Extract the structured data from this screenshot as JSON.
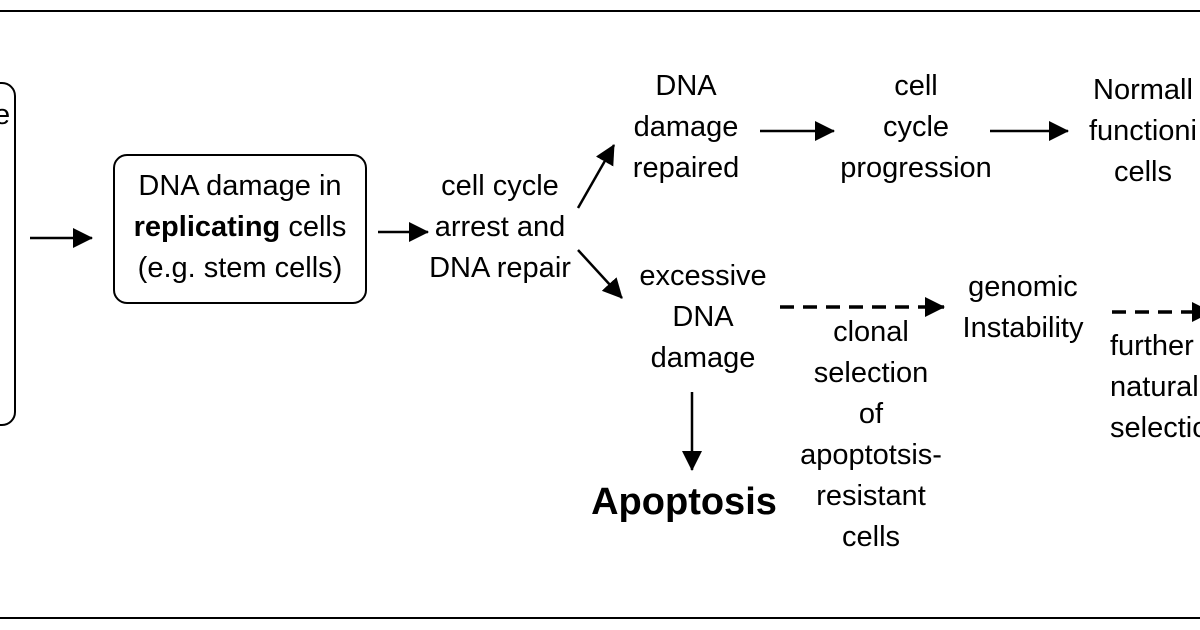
{
  "nodes": {
    "left_box": {
      "lines": [
        "e"
      ]
    },
    "dna_damage_replicating": {
      "line1": "DNA damage in",
      "line2_bold": "replicating",
      "line2_rest": " cells",
      "line3": "(e.g. stem cells)"
    },
    "cell_cycle_arrest": {
      "lines": [
        "cell cycle",
        "arrest and",
        "DNA repair"
      ]
    },
    "dna_damage_repaired": {
      "lines": [
        "DNA",
        "damage",
        "repaired"
      ]
    },
    "cell_cycle_progression": {
      "lines": [
        "cell",
        "cycle",
        "progression"
      ]
    },
    "normally_functioning": {
      "lines": [
        "Normall",
        "functioni",
        "cells"
      ]
    },
    "excessive_dna_damage": {
      "lines": [
        "excessive",
        "DNA",
        "damage"
      ]
    },
    "apoptosis": {
      "text": "Apoptosis"
    },
    "genomic_instability": {
      "lines": [
        "genomic",
        "Instability"
      ]
    },
    "clonal_selection": {
      "lines": [
        "clonal",
        "selection",
        "of",
        "apoptotsis-",
        "resistant",
        "cells"
      ]
    },
    "further_natural_selection": {
      "lines": [
        "further",
        "natural",
        "selectio"
      ]
    }
  },
  "colors": {
    "stroke": "#000000",
    "background": "#ffffff"
  }
}
